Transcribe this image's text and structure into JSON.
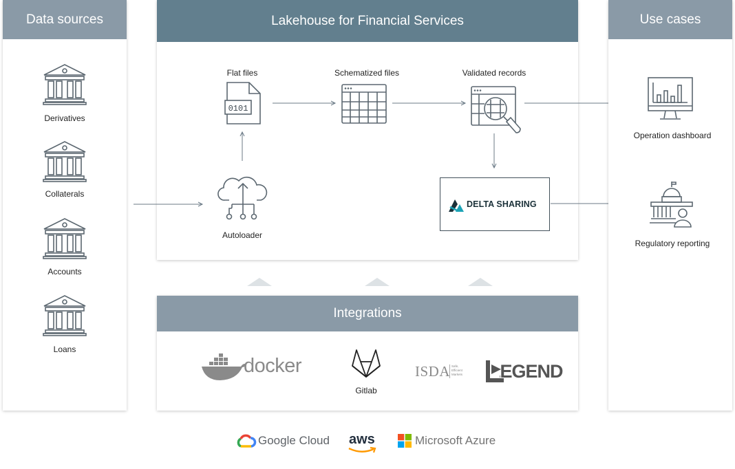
{
  "data_sources": {
    "title": "Data sources",
    "items": [
      {
        "label": "Derivatives",
        "icon": "bank-icon"
      },
      {
        "label": "Collaterals",
        "icon": "bank-icon"
      },
      {
        "label": "Accounts",
        "icon": "bank-icon"
      },
      {
        "label": "Loans",
        "icon": "bank-icon"
      }
    ]
  },
  "lakehouse": {
    "title": "Lakehouse for Financial Services",
    "nodes": {
      "flat_files": "Flat files",
      "file_code": "0101",
      "schematized_files": "Schematized files",
      "validated_records": "Validated records",
      "autoloader": "Autoloader",
      "delta_sharing": "DELTA SHARING"
    }
  },
  "use_cases": {
    "title": "Use cases",
    "items": [
      {
        "label": "Operation dashboard",
        "icon": "dashboard-monitor-icon"
      },
      {
        "label": "Regulatory reporting",
        "icon": "government-building-icon"
      }
    ]
  },
  "integrations": {
    "title": "Integrations",
    "logos": {
      "docker": "docker",
      "gitlab": "Gitlab",
      "isda": "ISDA",
      "isda_tagline": [
        "Safe,",
        "Efficient",
        "Markets"
      ],
      "legend": "LEGEND"
    }
  },
  "clouds": {
    "google": "Google Cloud",
    "aws": "aws",
    "azure": "Microsoft Azure"
  },
  "colors": {
    "header_light": "#8a9aa7",
    "header_dark": "#627f8e",
    "icon_stroke": "#5b6770",
    "arrow": "#6b7a86",
    "delta_teal": "#1ba3b6",
    "delta_navy": "#1b3139"
  }
}
